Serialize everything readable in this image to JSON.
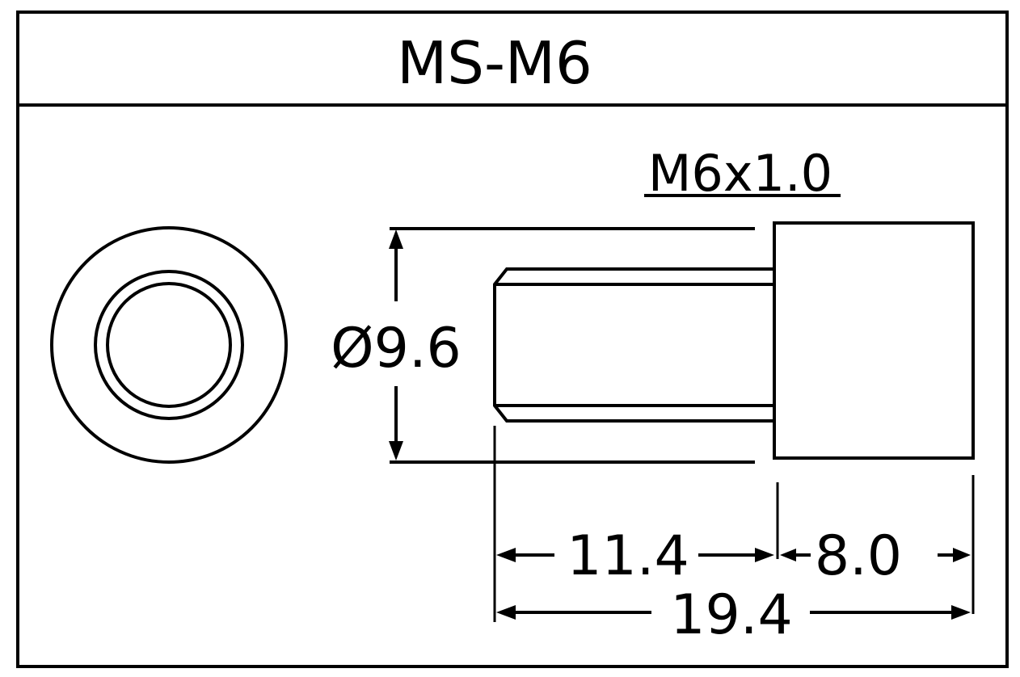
{
  "title": "MS-M6",
  "thread_spec": "M6x1.0",
  "dimensions": {
    "diameter": "Ø9.6",
    "thread_length": "11.4",
    "head_length": "8.0",
    "total_length": "19.4"
  }
}
